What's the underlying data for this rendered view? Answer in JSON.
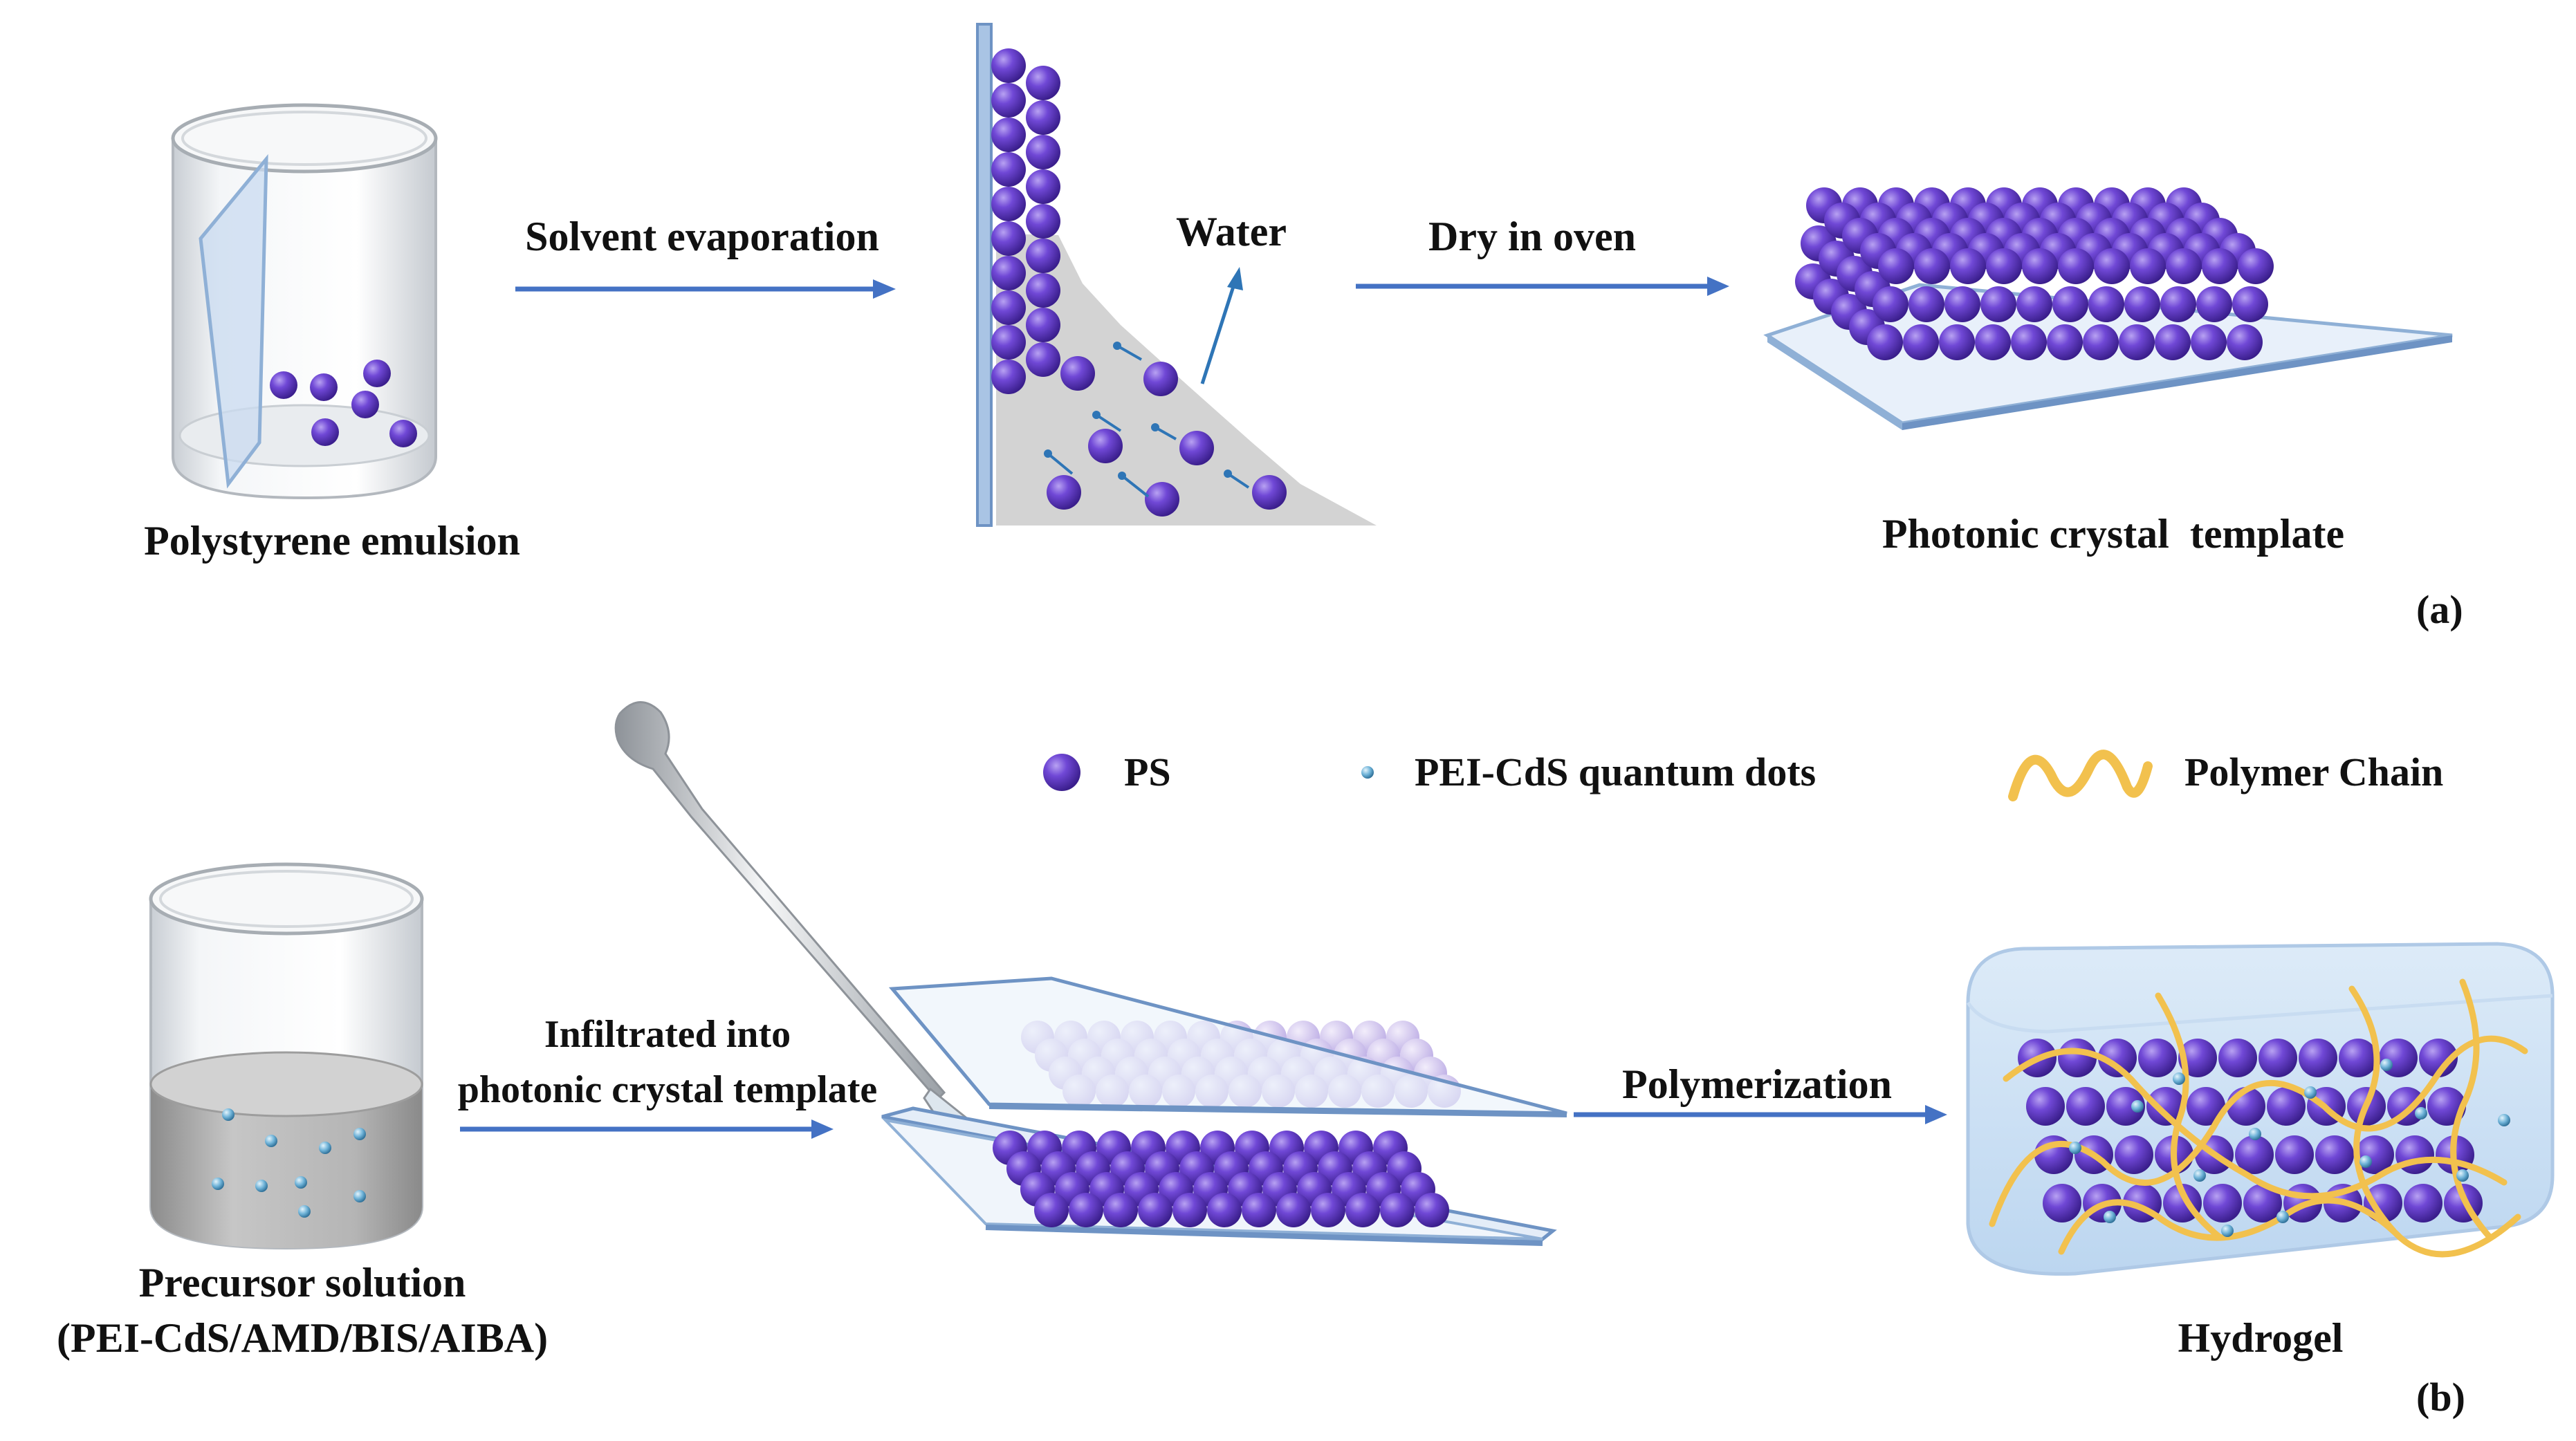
{
  "panel_a": {
    "tag": "(a)",
    "step1_label": "Polystyrene emulsion",
    "arrow1_label": "Solvent evaporation",
    "water_label": "Water",
    "arrow2_label": "Dry in oven",
    "result_label": "Photonic crystal  template"
  },
  "panel_b": {
    "tag": "(b)",
    "precursor_label_line1": "Precursor solution",
    "precursor_label_line2": "(PEI-CdS/AMD/BIS/AIBA)",
    "arrow1_label_line1": "Infiltrated into",
    "arrow1_label_line2": "photonic crystal template",
    "arrow2_label": "Polymerization",
    "result_label": "Hydrogel"
  },
  "legend": {
    "ps": "PS",
    "qd": "PEI-CdS quantum dots",
    "chain": "Polymer Chain"
  },
  "colors": {
    "ps_sphere": "#6A3FD0",
    "ps_faded": "#C9BCEB",
    "arrow": "#4472C4",
    "quantum_dot": "#6FB3D8",
    "polymer_chain": "#F2C14E",
    "glass": "#A9C4E4"
  }
}
